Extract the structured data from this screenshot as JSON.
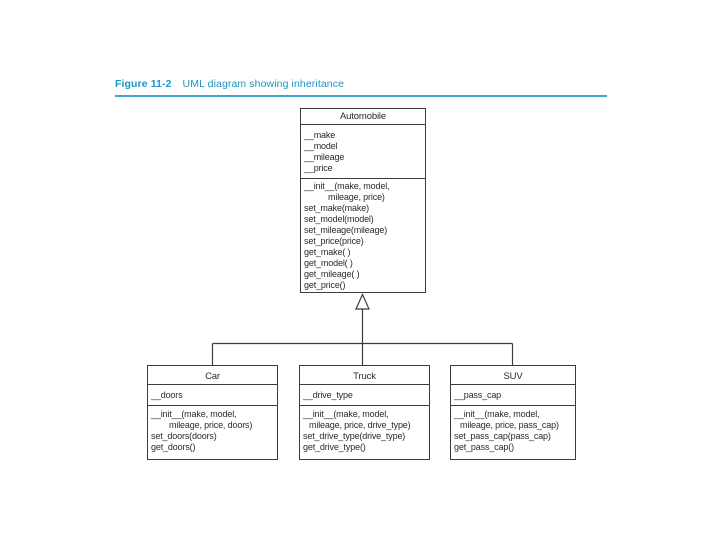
{
  "page": {
    "figure_label": "Figure 11-2",
    "figure_caption": "UML diagram showing inheritance",
    "accent_color": "#1d95c3",
    "rule_color": "#3fa5cd"
  },
  "diagram": {
    "parent": {
      "name": "Automobile",
      "attributes": [
        "__make",
        "__model",
        "__mileage",
        "__price"
      ],
      "methods": [
        "__init__(make, model,",
        "mileage, price)",
        "set_make(make)",
        "set_model(model)",
        "set_mileage(mileage)",
        "set_price(price)",
        "get_make( )",
        "get_model( )",
        "get_mileage( )",
        "get_price()"
      ]
    },
    "children": [
      {
        "name": "Car",
        "attributes": [
          "__doors"
        ],
        "methods": [
          "__init__(make, model,",
          "mileage, price, doors)",
          "set_doors(doors)",
          "get_doors()"
        ]
      },
      {
        "name": "Truck",
        "attributes": [
          "__drive_type"
        ],
        "methods": [
          "__init__(make, model,",
          "mileage, price, drive_type)",
          "set_drive_type(drive_type)",
          "get_drive_type()"
        ]
      },
      {
        "name": "SUV",
        "attributes": [
          "__pass_cap"
        ],
        "methods": [
          "__init__(make, model,",
          "mileage, price, pass_cap)",
          "set_pass_cap(pass_cap)",
          "get_pass_cap()"
        ]
      }
    ]
  }
}
